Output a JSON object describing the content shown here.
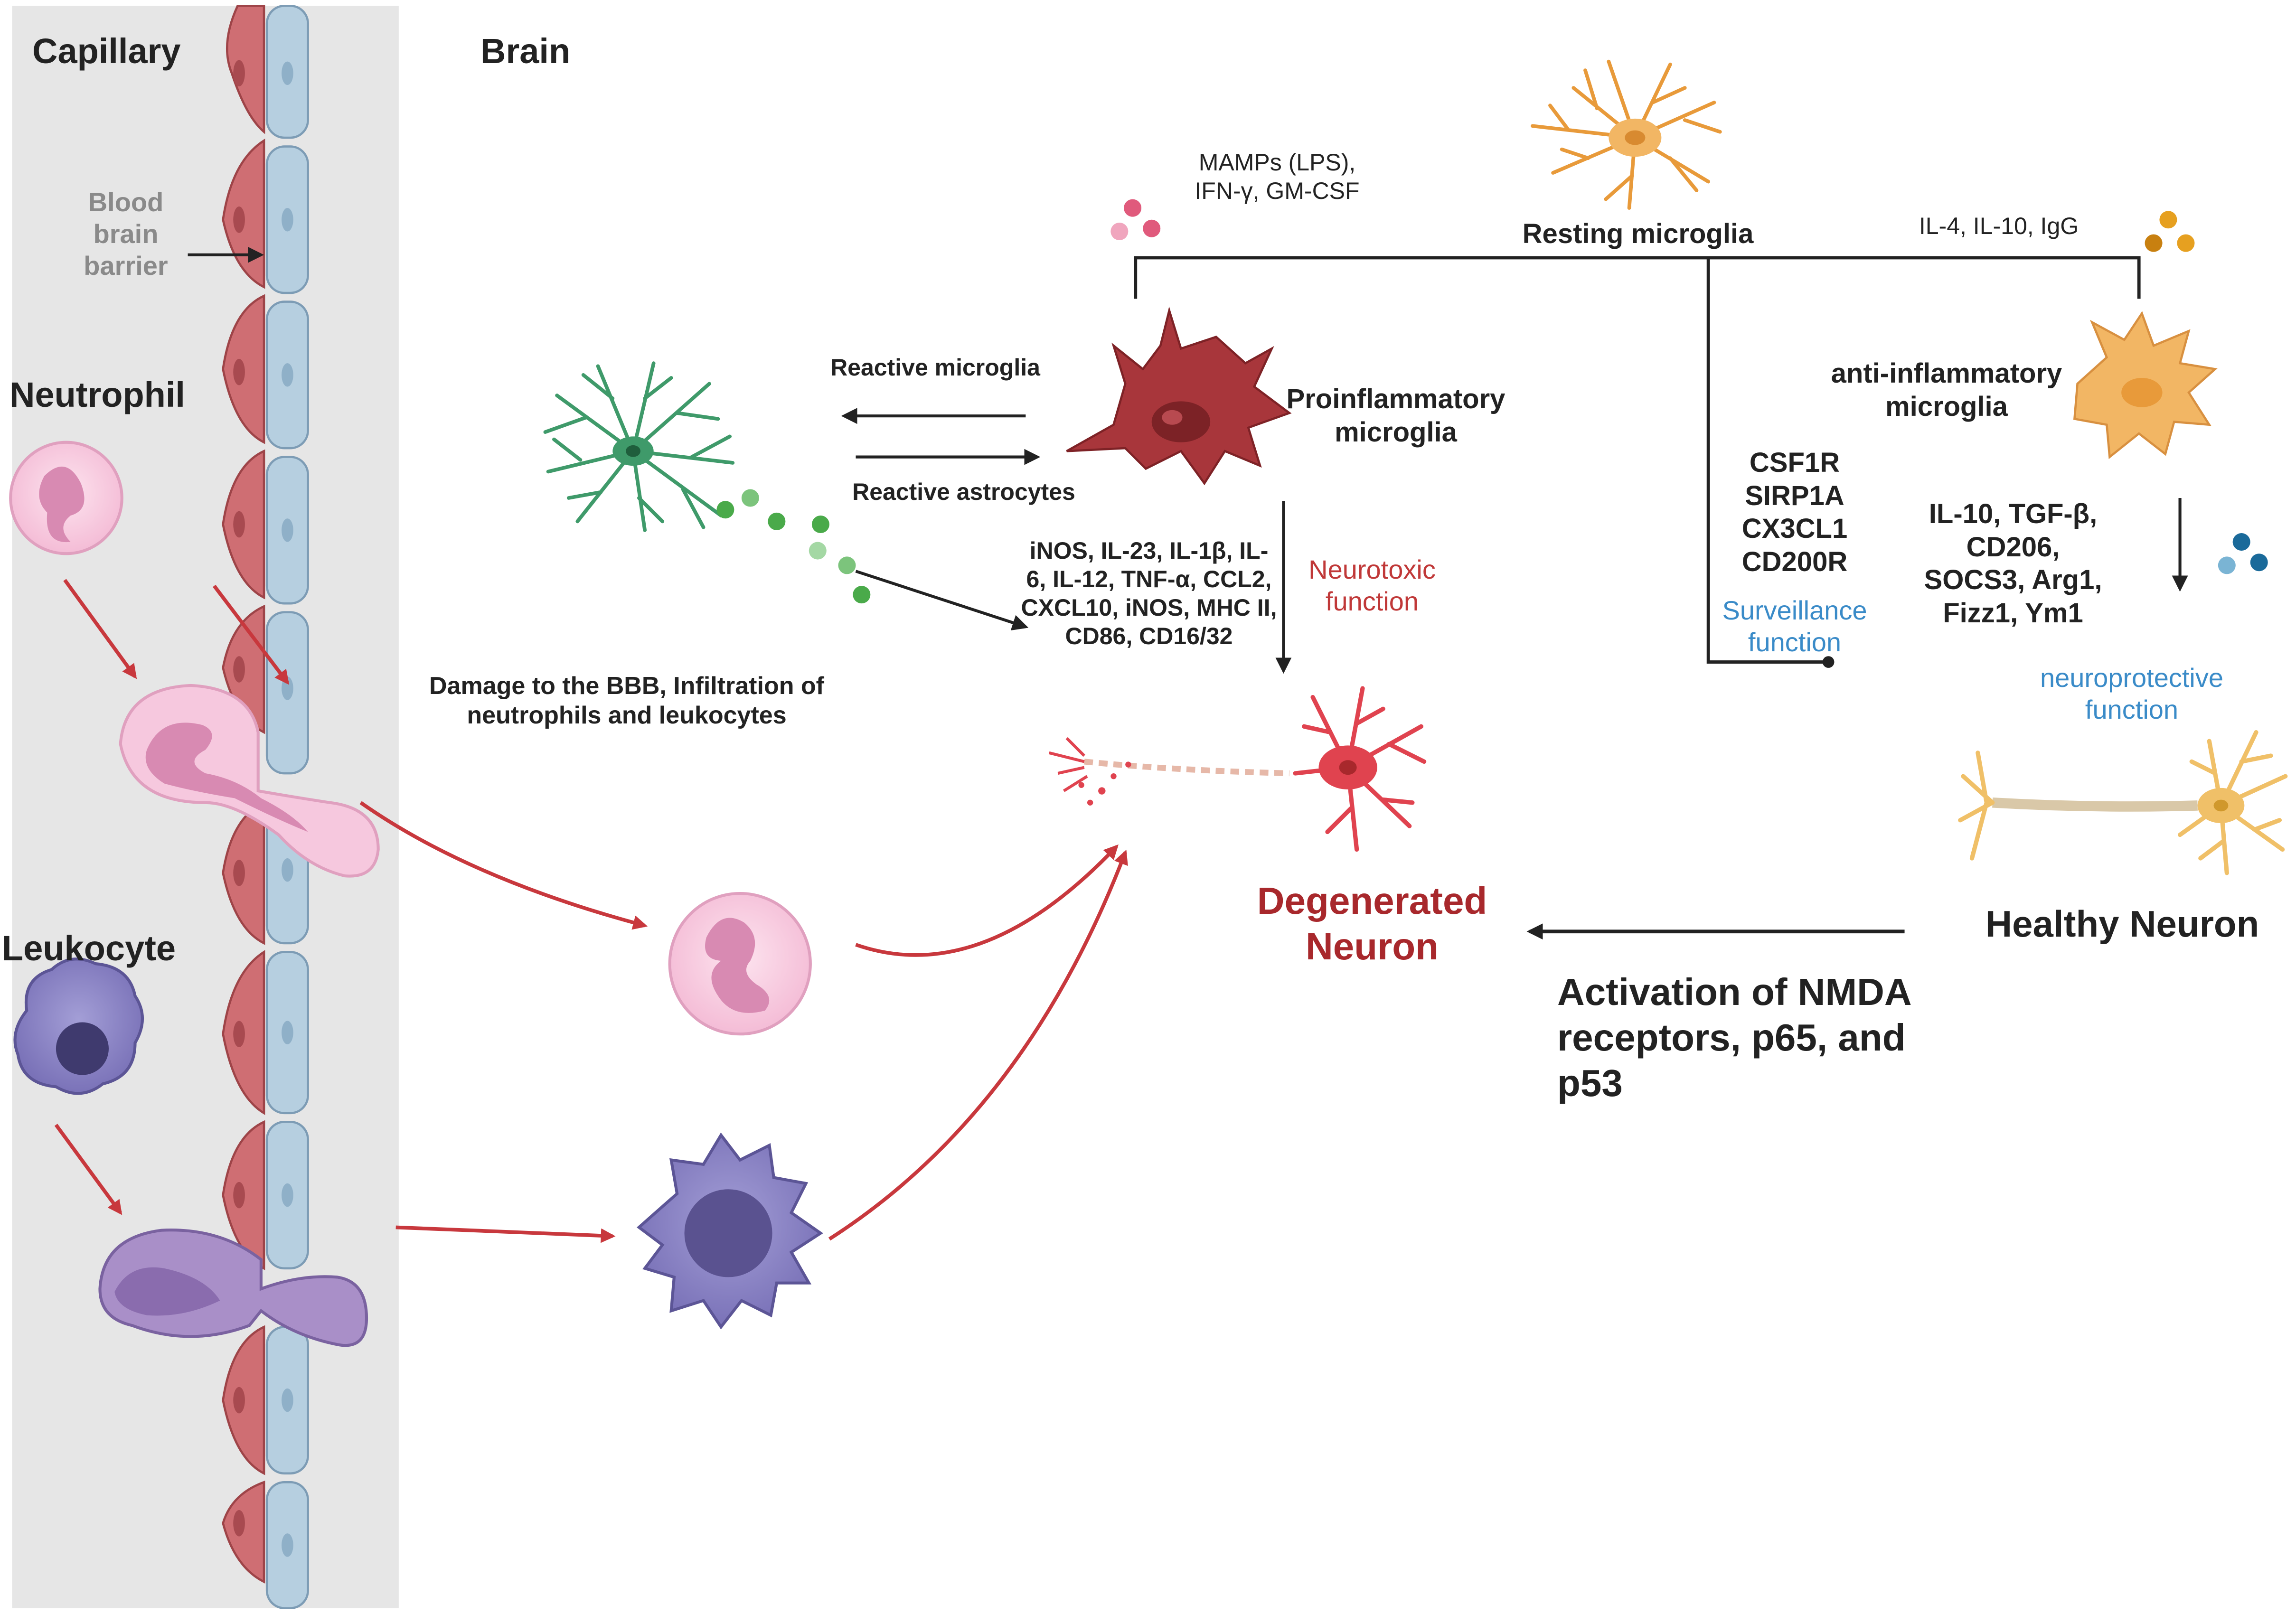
{
  "labels": {
    "capillary": "Capillary",
    "brain": "Brain",
    "bbb": "Blood brain barrier",
    "neutrophil": "Neutrophil",
    "leukocyte": "Leukocyte",
    "mamps": "MAMPs (LPS), IFN-γ, GM-CSF",
    "resting": "Resting microglia",
    "il4": "IL-4, IL-10, IgG",
    "reactive_microglia": "Reactive microglia",
    "reactive_astrocytes": "Reactive astrocytes",
    "proinflammatory": "Proinflammatory microglia",
    "anti_inflammatory": "anti-inflammatory microglia",
    "surveillance_markers": "CSF1R SIRP1A CX3CL1 CD200R",
    "surveillance": "Surveillance function",
    "pro_markers": "iNOS, IL-23, IL-1β, IL-6, IL-12, TNF-α, CCL2, CXCL10, iNOS, MHC II, CD86, CD16/32",
    "neurotoxic": "Neurotoxic function",
    "anti_markers": "IL-10, TGF-β, CD206, SOCS3, Arg1, Fizz1, Ym1",
    "neuroprotective": "neuroprotective function",
    "damage": "Damage to the BBB, Infiltration of neutrophils and leukocytes",
    "degenerated": "Degenerated Neuron",
    "healthy": "Healthy Neuron",
    "nmda": "Activation of NMDA receptors, p65, and p53"
  },
  "colors": {
    "capillary_bg": "#e6e6e6",
    "red_cell": "#cf6e73",
    "blue_cell": "#b6cfe0",
    "neutrophil": "#f6c8de",
    "leukocyte": "#8b84c4",
    "astrocyte": "#3f9a6a",
    "pro_microglia": "#a8363b",
    "resting_microglia": "#f2b664",
    "degenerated_neuron": "#e0434f",
    "healthy_neuron": "#f0c068",
    "arrow_red": "#c8383d",
    "neurotoxic_text": "#c03838",
    "neuroprotective_text": "#3a8bc8",
    "degenerated_text": "#a8282c"
  }
}
